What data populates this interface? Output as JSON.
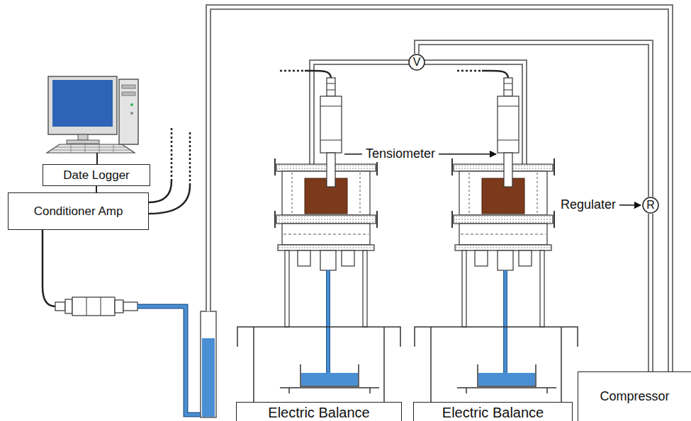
{
  "diagram": {
    "nodes": [
      {
        "text": [
          "Date Logger"
        ]
      },
      {
        "text": [
          "Conditioner Amp"
        ]
      },
      {
        "text": [
          "V"
        ]
      },
      {
        "text": [
          "R"
        ]
      },
      {
        "text": [
          "Electric Balance"
        ]
      },
      {
        "text": [
          "Electric Balance"
        ]
      },
      {
        "text": [
          "Compressor"
        ]
      }
    ],
    "edges": [
      {
        "from": 0,
        "to": 1,
        "arrow": "none"
      },
      {
        "from": 6,
        "to": 3,
        "arrow": "none"
      },
      {
        "from": 3,
        "to": 2,
        "arrow": "none"
      }
    ],
    "labels": [
      "Tensiometer",
      "Regulater"
    ]
  }
}
